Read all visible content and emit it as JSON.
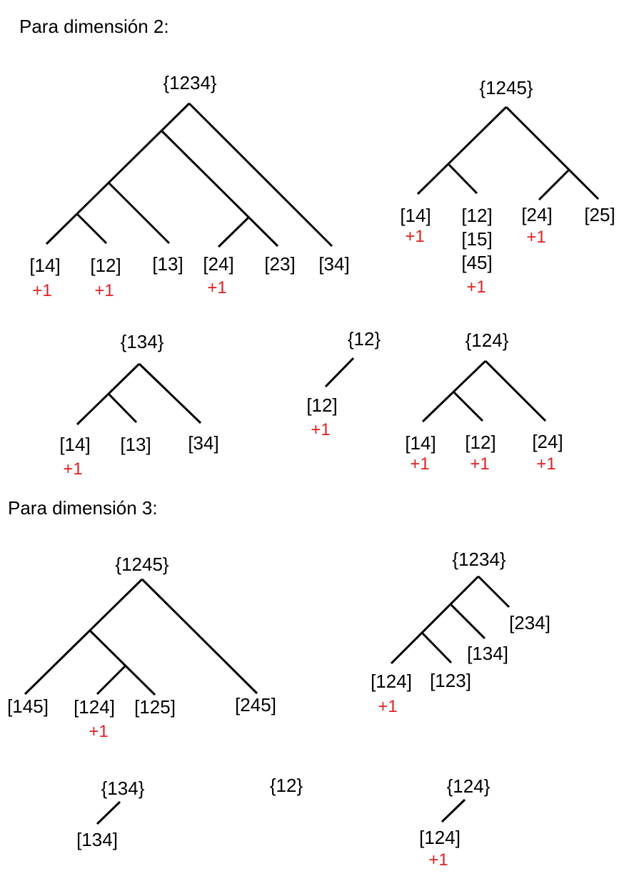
{
  "headings": {
    "dim2": "Para dimensión 2:",
    "dim3": "Para dimensión 3:"
  },
  "colors": {
    "edge": "#000000",
    "text": "#000000",
    "mark": "#e02020"
  },
  "plus_one": "+1",
  "trees": {
    "d2_1234": {
      "root": "{1234}",
      "leaves": [
        "[14]",
        "[12]",
        "[13]",
        "[24]",
        "[23]",
        "[34]"
      ],
      "marked": [
        "[14]",
        "[12]",
        "[24]"
      ]
    },
    "d2_1245": {
      "root": "{1245}",
      "leaves": [
        "[14]",
        "[12]",
        "[15]",
        "[45]",
        "[24]",
        "[25]"
      ],
      "marked": [
        "[14]",
        "[45]",
        "[24]"
      ]
    },
    "d2_134": {
      "root": "{134}",
      "leaves": [
        "[14]",
        "[13]",
        "[34]"
      ],
      "marked": [
        "[14]"
      ]
    },
    "d2_12": {
      "root": "{12}",
      "leaves": [
        "[12]"
      ],
      "marked": [
        "[12]"
      ]
    },
    "d2_124": {
      "root": "{124}",
      "leaves": [
        "[14]",
        "[12]",
        "[24]"
      ],
      "marked": [
        "[14]",
        "[12]",
        "[24]"
      ]
    },
    "d3_1245": {
      "root": "{1245}",
      "leaves": [
        "[145]",
        "[124]",
        "[125]",
        "[245]"
      ],
      "marked": [
        "[124]"
      ]
    },
    "d3_1234": {
      "root": "{1234}",
      "leaves": [
        "[234]",
        "[134]",
        "[124]",
        "[123]"
      ],
      "marked": [
        "[124]"
      ]
    },
    "d3_134": {
      "root": "{134}",
      "leaves": [
        "[134]"
      ],
      "marked": []
    },
    "d3_12": {
      "root": "{12}",
      "leaves": [],
      "marked": []
    },
    "d3_124": {
      "root": "{124}",
      "leaves": [
        "[124]"
      ],
      "marked": [
        "[124]"
      ]
    }
  }
}
